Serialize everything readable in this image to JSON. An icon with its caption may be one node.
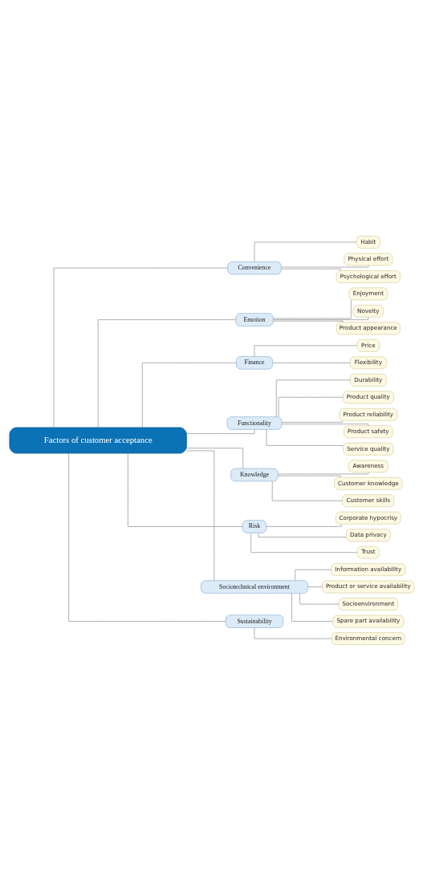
{
  "diagram": {
    "nodes": [
      {
        "text": [
          "Factors of customer acceptance"
        ]
      },
      {
        "text": [
          "Convenience"
        ]
      },
      {
        "text": [
          "Habit"
        ]
      },
      {
        "text": [
          "Physical effort"
        ]
      },
      {
        "text": [
          "Psychological effort"
        ]
      },
      {
        "text": [
          "Emotion"
        ]
      },
      {
        "text": [
          "Enjoyment"
        ]
      },
      {
        "text": [
          "Novelty"
        ]
      },
      {
        "text": [
          "Product appearance"
        ]
      },
      {
        "text": [
          "Finance"
        ]
      },
      {
        "text": [
          "Price"
        ]
      },
      {
        "text": [
          "Flexibility"
        ]
      },
      {
        "text": [
          "Functionality"
        ]
      },
      {
        "text": [
          "Durability"
        ]
      },
      {
        "text": [
          "Product quality"
        ]
      },
      {
        "text": [
          "Product reliability"
        ]
      },
      {
        "text": [
          "Product safety"
        ]
      },
      {
        "text": [
          "Service quality"
        ]
      },
      {
        "text": [
          "Knowledge"
        ]
      },
      {
        "text": [
          "Awareness"
        ]
      },
      {
        "text": [
          "Customer knowledge"
        ]
      },
      {
        "text": [
          "Customer skills"
        ]
      },
      {
        "text": [
          "Risk"
        ]
      },
      {
        "text": [
          "Corporate hypocrisy"
        ]
      },
      {
        "text": [
          "Data privacy"
        ]
      },
      {
        "text": [
          "Trust"
        ]
      },
      {
        "text": [
          "Sociotechnical environment"
        ]
      },
      {
        "text": [
          "Information availability"
        ]
      },
      {
        "text": [
          "Product or service availability"
        ]
      },
      {
        "text": [
          "Socioenvironment"
        ]
      },
      {
        "text": [
          "Spare part availability"
        ]
      },
      {
        "text": [
          "Sustainability"
        ]
      },
      {
        "text": [
          "Environmental concern"
        ]
      }
    ],
    "edges": [
      {
        "from": 0,
        "to": 1,
        "arrow": "none"
      },
      {
        "from": 1,
        "to": 2,
        "arrow": "none"
      },
      {
        "from": 1,
        "to": 3,
        "arrow": "none"
      },
      {
        "from": 1,
        "to": 4,
        "arrow": "none"
      },
      {
        "from": 0,
        "to": 5,
        "arrow": "none"
      },
      {
        "from": 5,
        "to": 6,
        "arrow": "none"
      },
      {
        "from": 5,
        "to": 7,
        "arrow": "none"
      },
      {
        "from": 5,
        "to": 8,
        "arrow": "none"
      },
      {
        "from": 0,
        "to": 9,
        "arrow": "none"
      },
      {
        "from": 9,
        "to": 10,
        "arrow": "none"
      },
      {
        "from": 9,
        "to": 11,
        "arrow": "none"
      },
      {
        "from": 0,
        "to": 12,
        "arrow": "none"
      },
      {
        "from": 12,
        "to": 13,
        "arrow": "none"
      },
      {
        "from": 12,
        "to": 14,
        "arrow": "none"
      },
      {
        "from": 12,
        "to": 15,
        "arrow": "none"
      },
      {
        "from": 12,
        "to": 16,
        "arrow": "none"
      },
      {
        "from": 12,
        "to": 17,
        "arrow": "none"
      },
      {
        "from": 0,
        "to": 18,
        "arrow": "none"
      },
      {
        "from": 18,
        "to": 19,
        "arrow": "none"
      },
      {
        "from": 18,
        "to": 20,
        "arrow": "none"
      },
      {
        "from": 18,
        "to": 21,
        "arrow": "none"
      },
      {
        "from": 0,
        "to": 22,
        "arrow": "none"
      },
      {
        "from": 22,
        "to": 23,
        "arrow": "none"
      },
      {
        "from": 22,
        "to": 24,
        "arrow": "none"
      },
      {
        "from": 22,
        "to": 25,
        "arrow": "none"
      },
      {
        "from": 0,
        "to": 26,
        "arrow": "none"
      },
      {
        "from": 26,
        "to": 27,
        "arrow": "none"
      },
      {
        "from": 26,
        "to": 28,
        "arrow": "none"
      },
      {
        "from": 26,
        "to": 29,
        "arrow": "none"
      },
      {
        "from": 26,
        "to": 30,
        "arrow": "none"
      },
      {
        "from": 0,
        "to": 31,
        "arrow": "none"
      },
      {
        "from": 31,
        "to": 32,
        "arrow": "none"
      }
    ]
  }
}
